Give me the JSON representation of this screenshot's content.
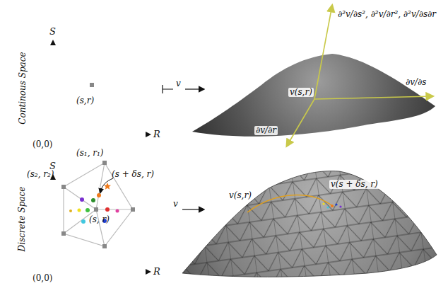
{
  "diagram": {
    "labels": [
      "S",
      "(s,r)",
      "Continous Space",
      "(0,0)",
      "R",
      "v",
      "∂²v/∂s², ∂²v/∂r², ∂²v/∂s∂r",
      "∂v/∂s",
      "v(s,r)",
      "∂v/∂r",
      "S",
      "(s₂, r₂)",
      "(s₁, r₁)",
      "(s + δs, r)",
      "(s, r)",
      "Discrete Space",
      "(0,0)",
      "R",
      "v",
      "v(s + δs, r)",
      "v(s,r)"
    ]
  }
}
